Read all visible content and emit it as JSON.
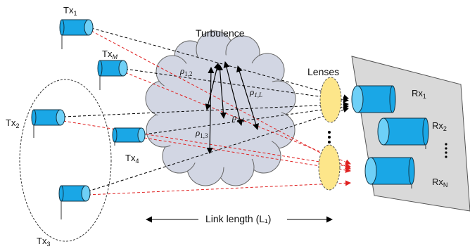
{
  "title": "Turbulence",
  "lenses_label": "Lenses",
  "transmitters": [
    {
      "base": "Tx",
      "sub": "1"
    },
    {
      "base": "Tx",
      "sub": "M"
    },
    {
      "base": "Tx",
      "sub": "2"
    },
    {
      "base": "Tx",
      "sub": "4"
    },
    {
      "base": "Tx",
      "sub": "3"
    }
  ],
  "receivers": [
    {
      "base": "Rx",
      "sub": "1"
    },
    {
      "base": "Rx",
      "sub": "2"
    },
    {
      "base": "Rx",
      "sub": "N"
    }
  ],
  "correlations": [
    {
      "base": "ρ",
      "sub": "1,2"
    },
    {
      "base": "ρ",
      "sub": "1,L"
    },
    {
      "base": "ρ",
      "sub": "1,4"
    },
    {
      "base": "ρ",
      "sub": "1,3"
    }
  ],
  "link_length": "Link length (L₁)",
  "colors": {
    "transceiver_fill": "#1aa7e6",
    "transceiver_cap": "#6ed0f7",
    "cloud_fill": "#d2d6e3",
    "lens_fill": "#fde68a",
    "signal_red": "#e02020",
    "signal_black": "#000000"
  }
}
